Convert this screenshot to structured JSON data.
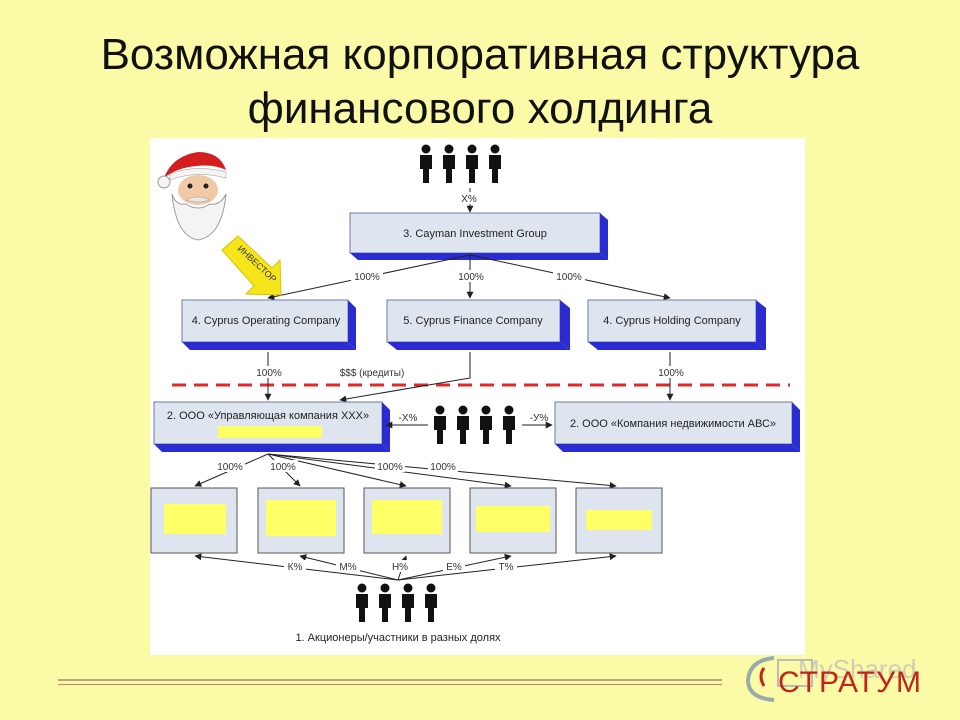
{
  "slide": {
    "title_line1": "Возможная корпоративная структура",
    "title_line2": "финансового холдинга"
  },
  "diagram": {
    "top_percent": "X%",
    "cayman": "3. Cayman Investment Group",
    "pct_left": "100%",
    "pct_mid": "100%",
    "pct_right": "100%",
    "cyprus_op": "4. Cyprus Operating Company",
    "cyprus_fin": "5. Cyprus Finance Company",
    "cyprus_hold": "4. Cyprus Holding Company",
    "pct_op_down": "100%",
    "credits": "$$$ (кредиты)",
    "pct_hold_down": "100%",
    "ooo_xxx": "2. ООО «Управляющая компания ХХХ»",
    "ooo_abc": "2. ООО «Компания недвижимости АВС»",
    "mid_x": "-X%",
    "mid_y": "-У%",
    "sub_pcts": [
      "100%",
      "100%",
      "100%",
      "100%"
    ],
    "share_pcts": [
      "К%",
      "М%",
      "Н%",
      "Е%",
      "Т%"
    ],
    "shareholders": "1. Акционеры/участники в разных долях",
    "investor": "ИНВЕСТОР"
  },
  "brand": {
    "name": "СТРАТУМ",
    "watermark": "MyShared"
  },
  "colors": {
    "background": "#fbfaa6",
    "box_front": "#dfe5ef",
    "box_side": "#2a2bd0",
    "dashed_line": "#e02a2a",
    "highlight": "#ffff66",
    "arrow": "#f6e51a",
    "brand": "#c32417"
  }
}
